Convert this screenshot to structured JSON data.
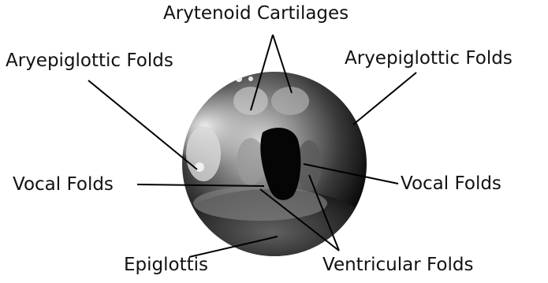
{
  "labels": {
    "arytenoid": "Arytenoid Cartilages",
    "aryepiglottic_left": "Aryepiglottic Folds",
    "aryepiglottic_right": "Aryepiglottic Folds",
    "vocal_left": "Vocal Folds",
    "vocal_right": "Vocal Folds",
    "epiglottis": "Epiglottis",
    "ventricular": "Ventricular Folds"
  },
  "colors": {
    "text": "#111111",
    "leader_line": "#000000",
    "background": "#ffffff"
  }
}
